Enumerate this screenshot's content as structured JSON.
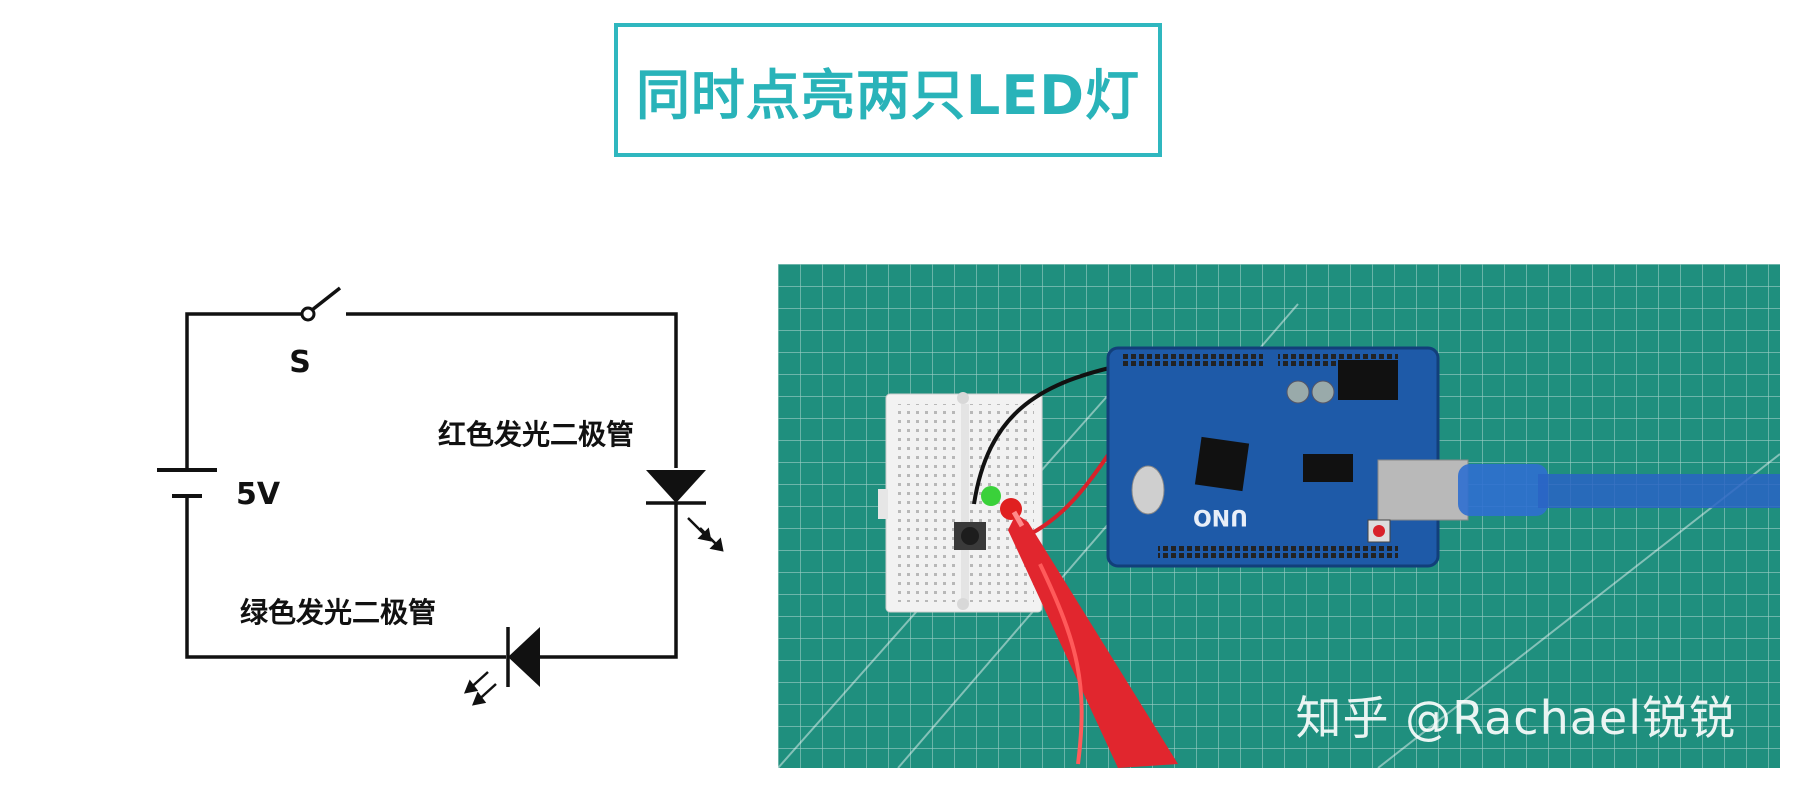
{
  "title": "同时点亮两只LED灯",
  "circuit": {
    "switch_label": "S",
    "battery_label": "5V",
    "red_led_label": "红色发光二极管",
    "green_led_label": "绿色发光二极管"
  },
  "photo": {
    "board_label": "UNO",
    "watermark": "知乎 @Rachael锐锐"
  },
  "colors": {
    "accent": "#2fb7bf",
    "mat": "#1f8f7e",
    "board": "#1e5aa8",
    "wire_red": "#d8222a",
    "led_red": "#e02020",
    "led_green": "#3ad13a"
  }
}
